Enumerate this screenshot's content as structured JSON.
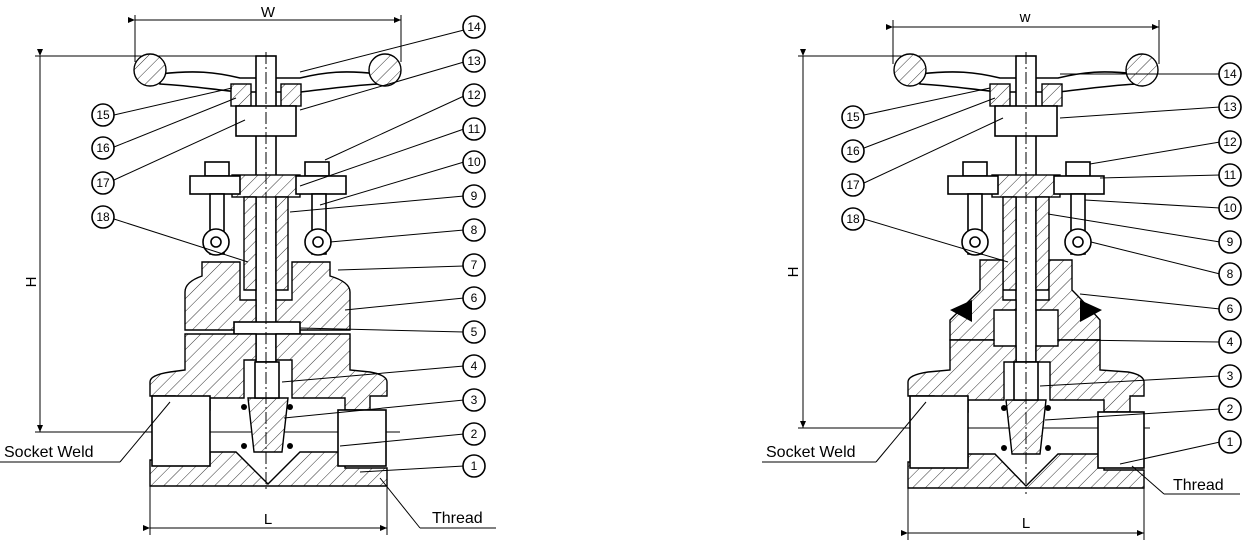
{
  "figures": [
    {
      "id": "bolted-bonnet",
      "dims": {
        "width": "W",
        "height": "H",
        "length": "L"
      },
      "labels": {
        "socket": "Socket Weld",
        "thread": "Thread"
      },
      "callouts": [
        "14",
        "13",
        "12",
        "11",
        "10",
        "9",
        "8",
        "7",
        "6",
        "5",
        "4",
        "3",
        "2",
        "1",
        "15",
        "16",
        "17",
        "18"
      ]
    },
    {
      "id": "welded-bonnet",
      "dims": {
        "width": "w",
        "height": "H",
        "length": "L"
      },
      "labels": {
        "socket": "Socket Weld",
        "thread": "Thread"
      },
      "callouts": [
        "14",
        "13",
        "12",
        "11",
        "10",
        "9",
        "8",
        "6",
        "4",
        "3",
        "2",
        "1",
        "15",
        "16",
        "17",
        "18"
      ]
    }
  ]
}
